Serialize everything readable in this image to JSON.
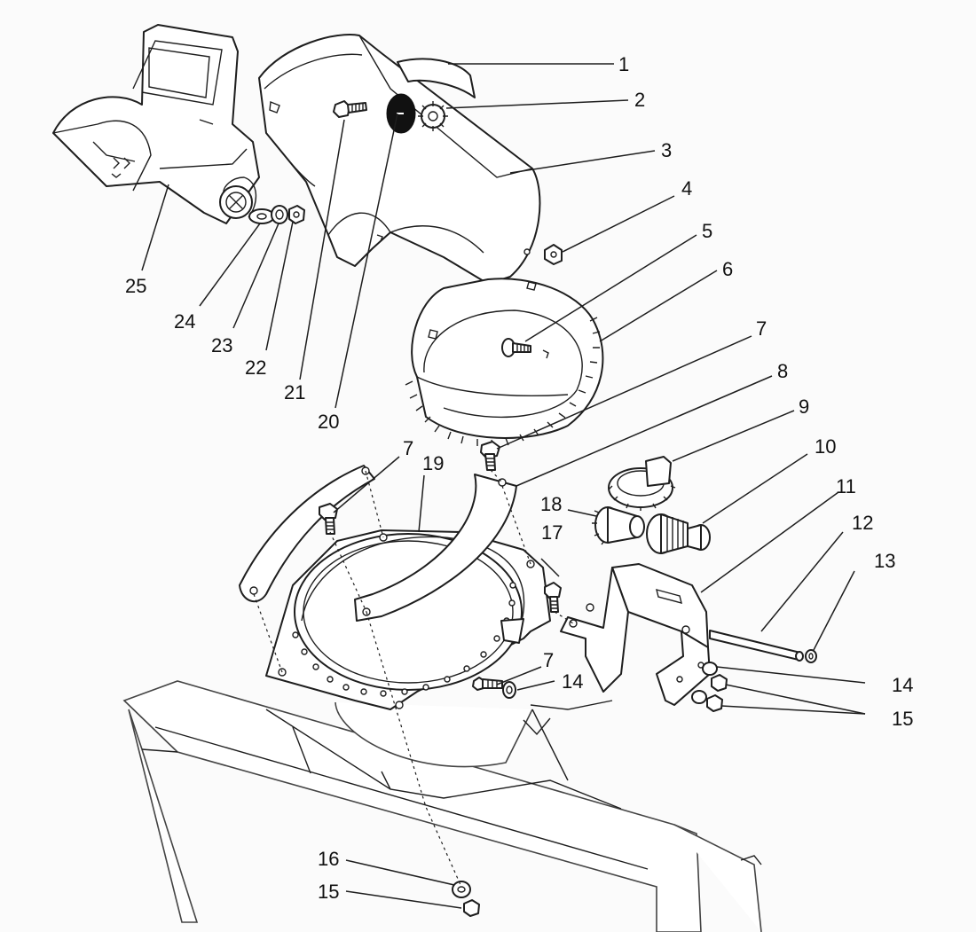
{
  "callouts": [
    {
      "id": "1",
      "label": "1"
    },
    {
      "id": "2",
      "label": "2"
    },
    {
      "id": "3",
      "label": "3"
    },
    {
      "id": "4",
      "label": "4"
    },
    {
      "id": "5",
      "label": "5"
    },
    {
      "id": "6",
      "label": "6"
    },
    {
      "id": "7",
      "label": "7"
    },
    {
      "id": "8",
      "label": "8"
    },
    {
      "id": "9",
      "label": "9"
    },
    {
      "id": "10",
      "label": "10"
    },
    {
      "id": "11",
      "label": "11"
    },
    {
      "id": "12",
      "label": "12"
    },
    {
      "id": "13",
      "label": "13"
    },
    {
      "id": "14",
      "label": "14"
    },
    {
      "id": "15",
      "label": "15"
    },
    {
      "id": "16",
      "label": "16"
    },
    {
      "id": "17",
      "label": "17"
    },
    {
      "id": "18",
      "label": "18"
    },
    {
      "id": "19",
      "label": "19"
    },
    {
      "id": "20",
      "label": "20"
    },
    {
      "id": "21",
      "label": "21"
    },
    {
      "id": "22",
      "label": "22"
    },
    {
      "id": "23",
      "label": "23"
    },
    {
      "id": "24",
      "label": "24"
    },
    {
      "id": "25",
      "label": "25"
    }
  ],
  "colors": {
    "line": "#1e1e1e",
    "background": "#fbfbfb"
  }
}
